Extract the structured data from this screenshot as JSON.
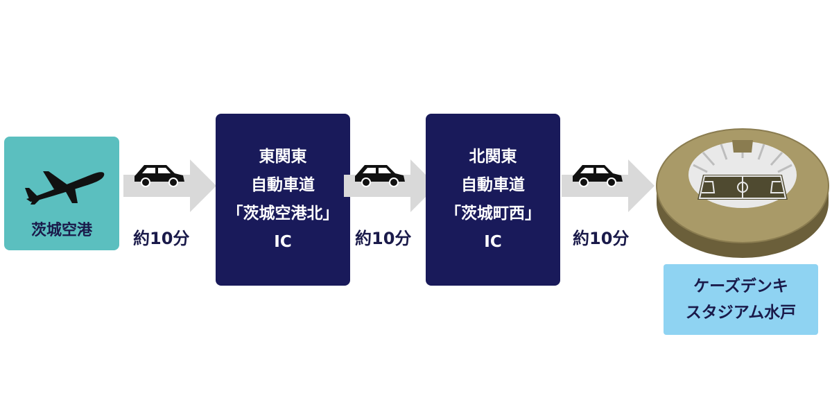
{
  "start": {
    "name": "茨城空港",
    "icon": "airplane-icon"
  },
  "legs": [
    {
      "time": "約10分",
      "icon": "car-icon"
    },
    {
      "time": "約10分",
      "icon": "car-icon"
    },
    {
      "time": "約10分",
      "icon": "car-icon"
    }
  ],
  "interchanges": [
    {
      "lines": [
        "東関東",
        "自動車道",
        "「茨城空港北」",
        "IC"
      ]
    },
    {
      "lines": [
        "北関東",
        "自動車道",
        "「茨城町西」",
        "IC"
      ]
    }
  ],
  "destination": {
    "lines": [
      "ケーズデンキ",
      "スタジアム水戸"
    ],
    "icon": "stadium-icon"
  },
  "colors": {
    "airport_bg": "#5bbfbf",
    "ic_bg": "#191a5a",
    "destination_bg": "#8fd3f2",
    "text_dark": "#1a1a4a",
    "arrow": "#d9d9d9"
  }
}
